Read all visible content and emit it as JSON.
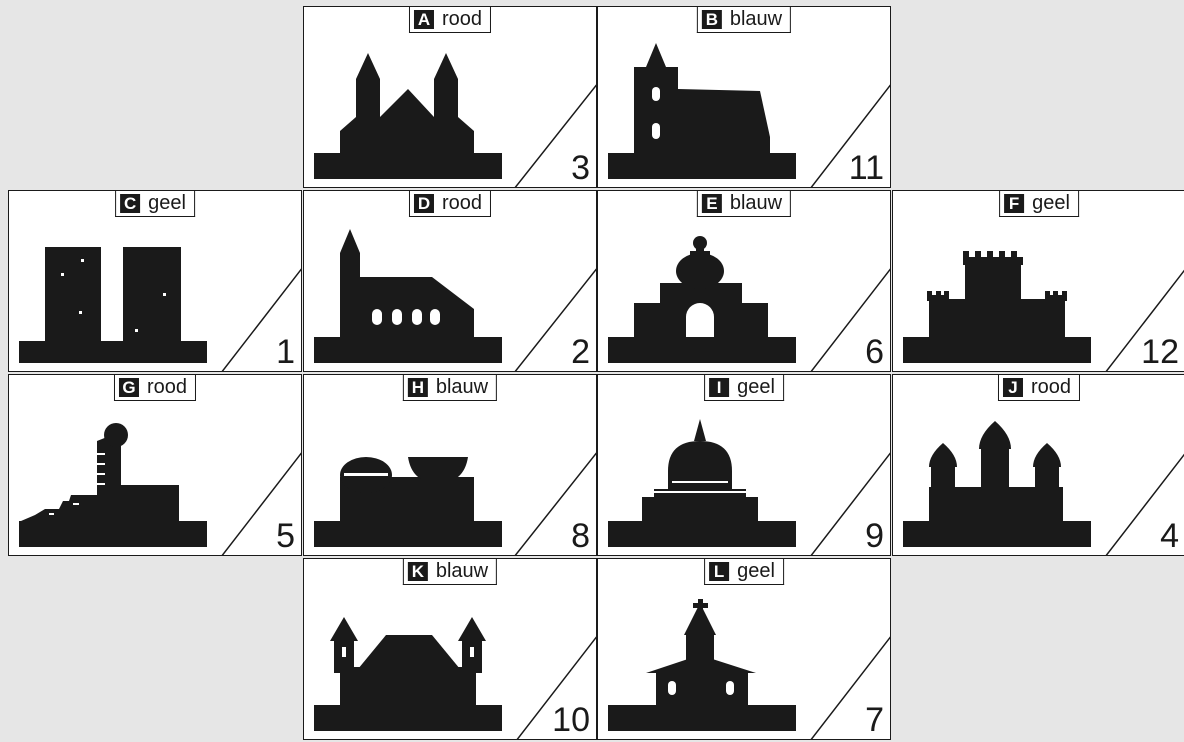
{
  "cards": {
    "A": {
      "letter": "A",
      "color": "rood",
      "number": "3"
    },
    "B": {
      "letter": "B",
      "color": "blauw",
      "number": "11"
    },
    "C": {
      "letter": "C",
      "color": "geel",
      "number": "1"
    },
    "D": {
      "letter": "D",
      "color": "rood",
      "number": "2"
    },
    "E": {
      "letter": "E",
      "color": "blauw",
      "number": "6"
    },
    "F": {
      "letter": "F",
      "color": "geel",
      "number": "12"
    },
    "G": {
      "letter": "G",
      "color": "rood",
      "number": "5"
    },
    "H": {
      "letter": "H",
      "color": "blauw",
      "number": "8"
    },
    "I": {
      "letter": "I",
      "color": "geel",
      "number": "9"
    },
    "J": {
      "letter": "J",
      "color": "rood",
      "number": "4"
    },
    "K": {
      "letter": "K",
      "color": "blauw",
      "number": "10"
    },
    "L": {
      "letter": "L",
      "color": "geel",
      "number": "7"
    }
  },
  "icons": {
    "A": "cathedral-two-spires-icon",
    "B": "church-tower-icon",
    "C": "twin-towers-icon",
    "D": "church-with-windows-icon",
    "E": "domed-gate-icon",
    "F": "castle-icon",
    "G": "observatory-tower-icon",
    "H": "dome-and-bowl-building-icon",
    "I": "domed-basilica-icon",
    "J": "onion-dome-church-icon",
    "K": "manor-with-turrets-icon",
    "L": "chapel-with-cross-icon"
  },
  "colors": {
    "ink": "#1a1a1a",
    "background": "#e6e6e6",
    "card": "#ffffff"
  }
}
